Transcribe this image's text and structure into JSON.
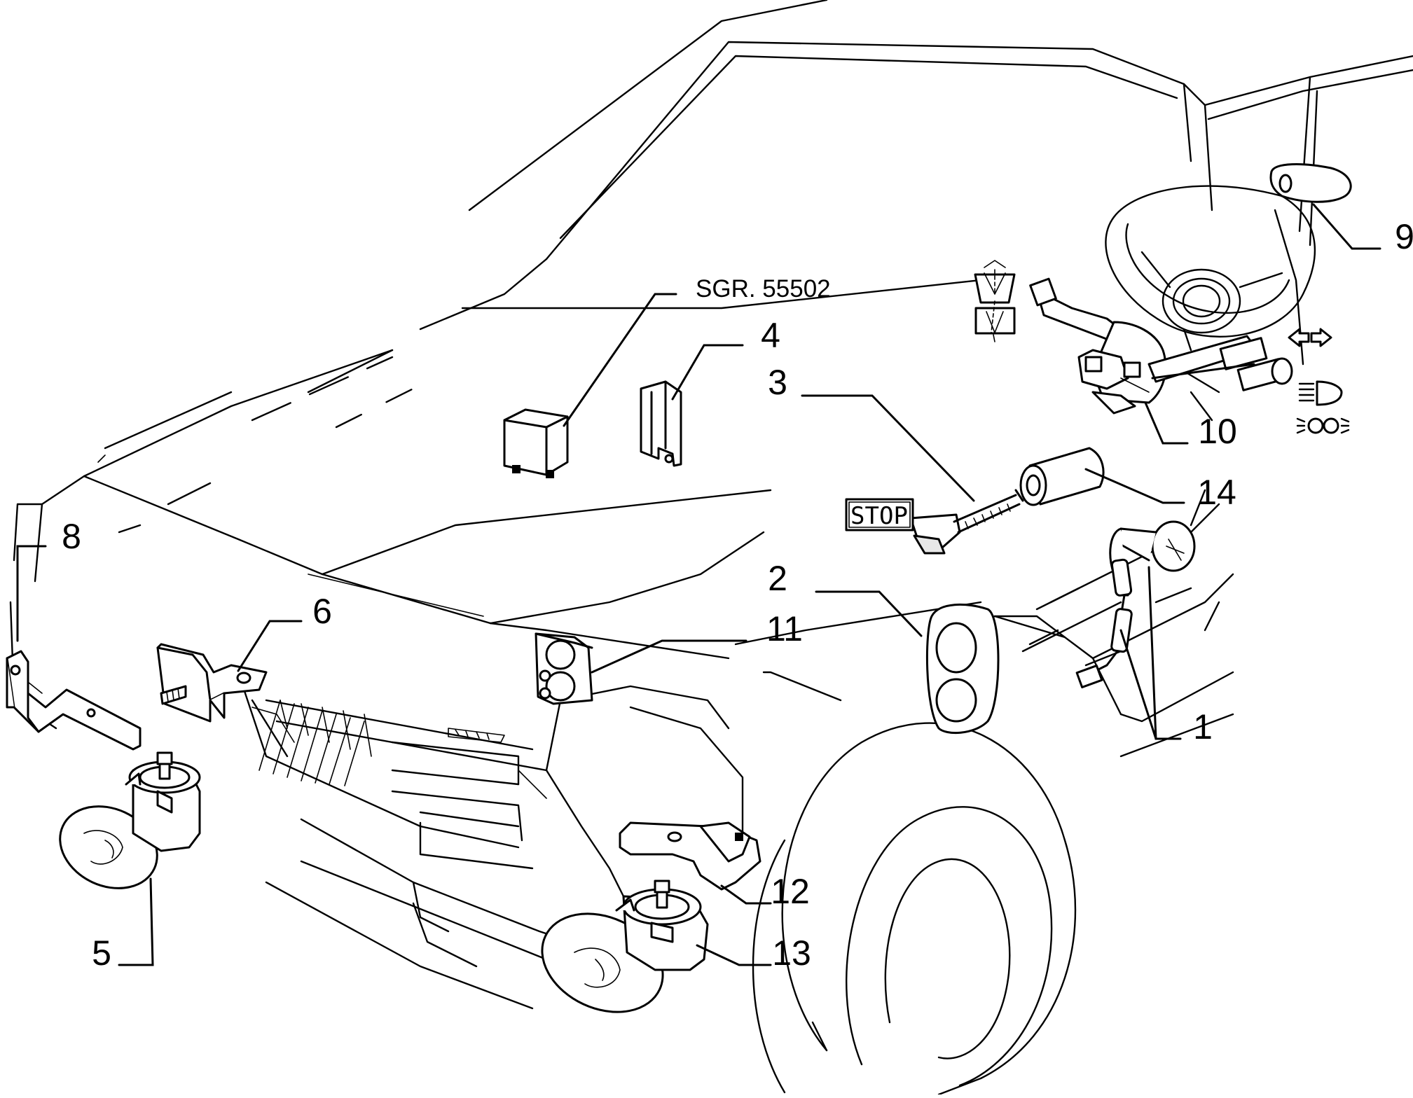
{
  "reference": {
    "text": "SGR. 55502"
  },
  "stop_label": "STOP",
  "callouts": [
    {
      "id": "c1",
      "label": "1"
    },
    {
      "id": "c2",
      "label": "2"
    },
    {
      "id": "c3",
      "label": "3"
    },
    {
      "id": "c4",
      "label": "4"
    },
    {
      "id": "c5",
      "label": "5"
    },
    {
      "id": "c6",
      "label": "6"
    },
    {
      "id": "c8",
      "label": "8"
    },
    {
      "id": "c9",
      "label": "9"
    },
    {
      "id": "c10",
      "label": "10"
    },
    {
      "id": "c11",
      "label": "11"
    },
    {
      "id": "c12",
      "label": "12"
    },
    {
      "id": "c13",
      "label": "13"
    },
    {
      "id": "c14",
      "label": "14"
    }
  ],
  "icons": [
    "windscreen-wiper-icon",
    "rear-wiper-icon",
    "turn-signal-arrows-icon",
    "main-beam-icon",
    "fog-light-icon"
  ]
}
